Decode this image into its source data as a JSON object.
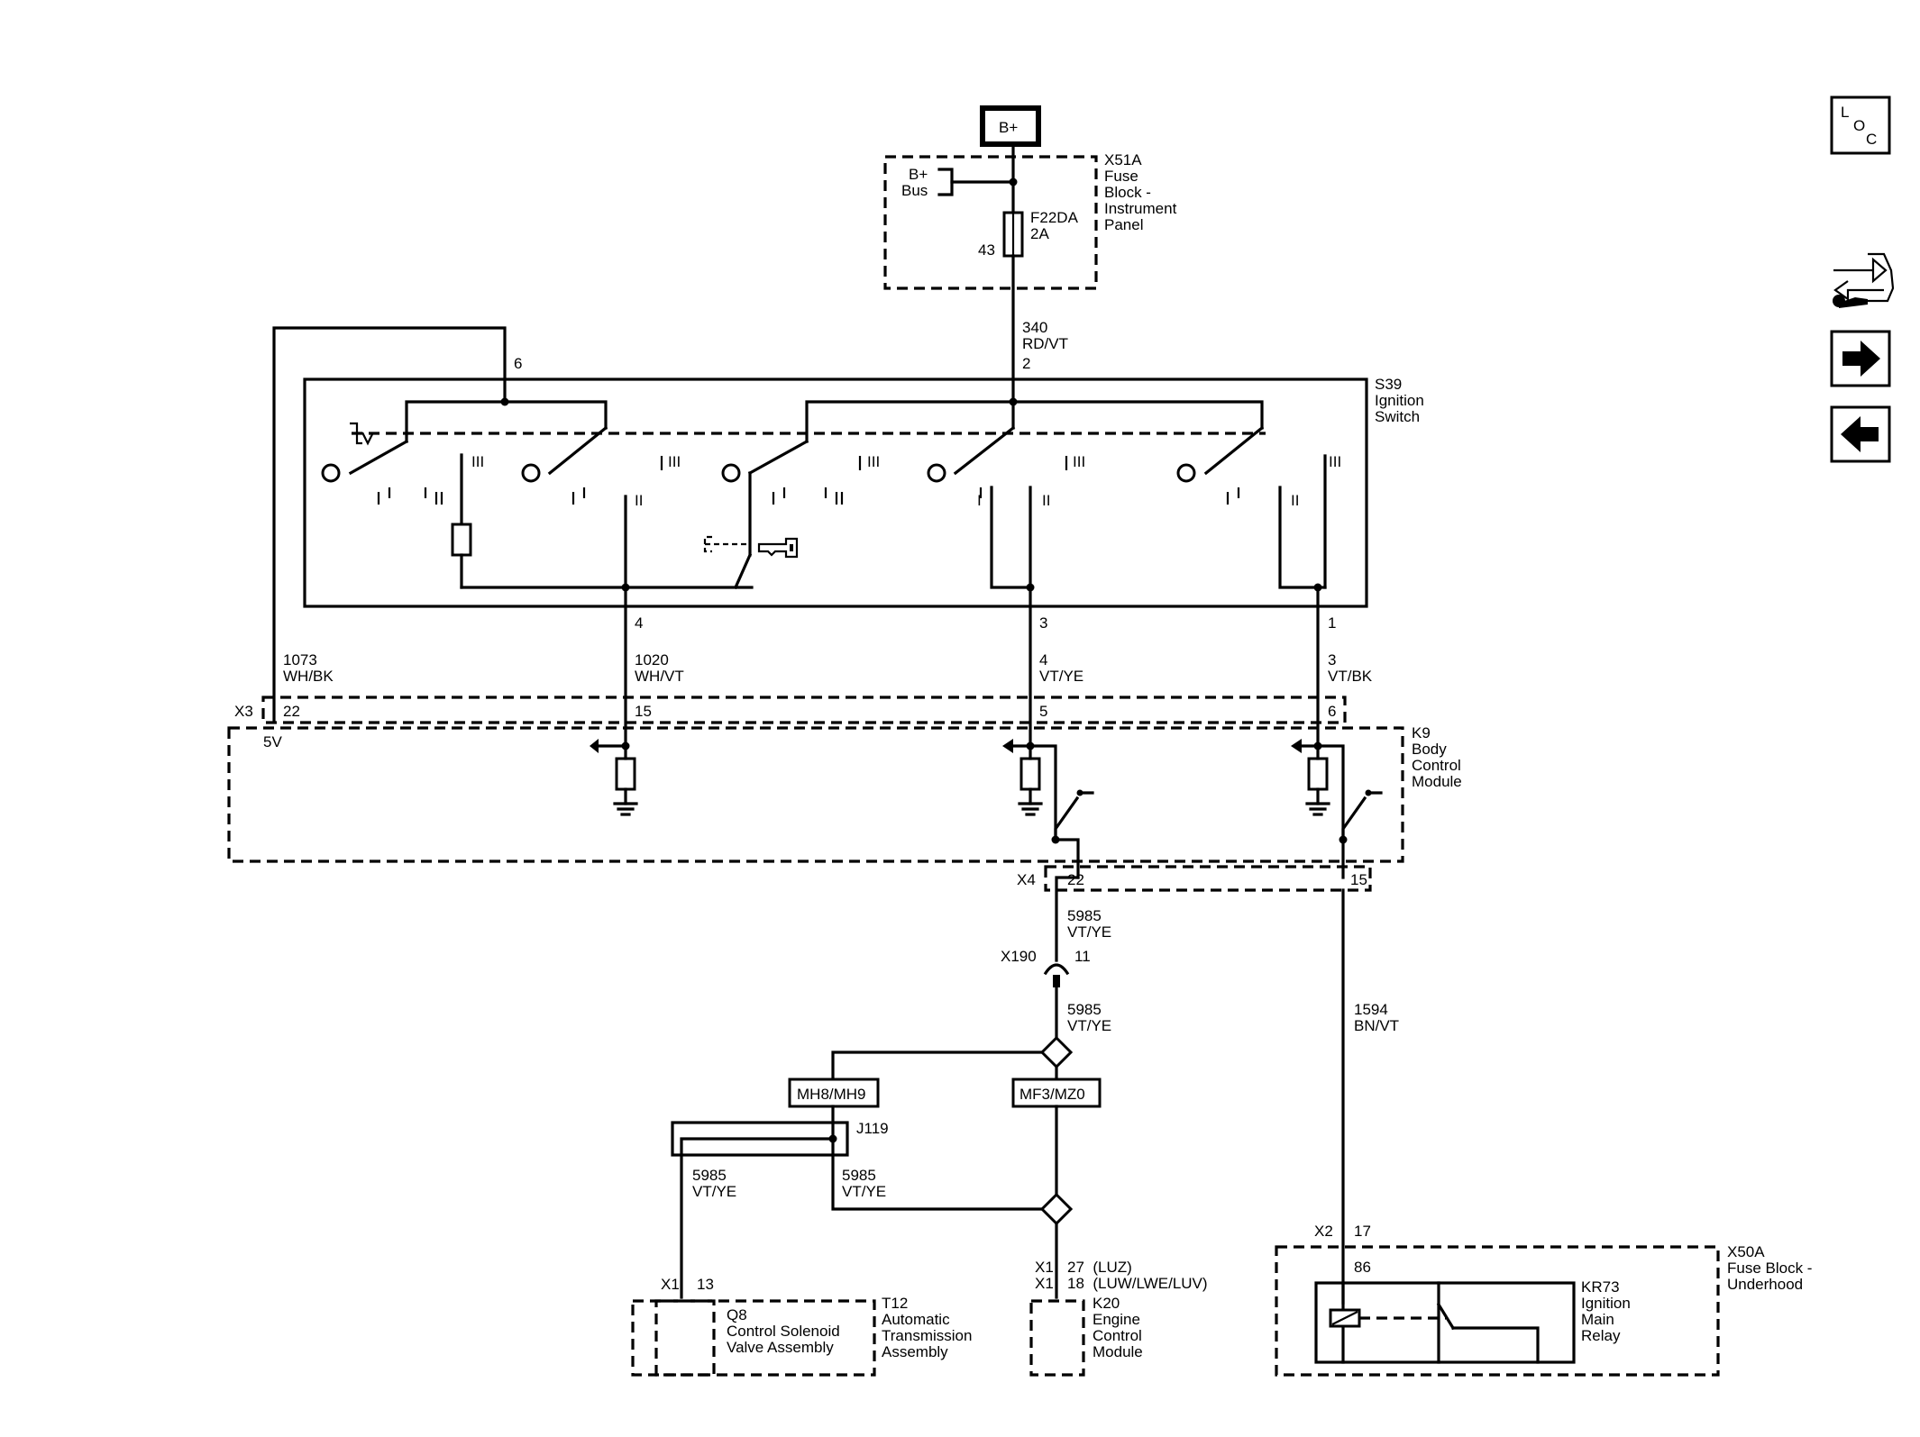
{
  "nav": {
    "loc_letters": [
      "L",
      "O",
      "C"
    ],
    "icons": [
      "loc-icon",
      "connector-tool-icon",
      "next-arrow-icon",
      "previous-arrow-icon"
    ]
  },
  "power": {
    "label": "B+"
  },
  "fuse_block_ip": {
    "id": "X51A",
    "name_lines": [
      "Fuse",
      "Block -",
      "Instrument",
      "Panel"
    ],
    "bus_lines": [
      "B+",
      "Bus"
    ],
    "fuse_lines": [
      "F22DA",
      "2A"
    ],
    "fuse_pin": "43"
  },
  "wires": {
    "w340": [
      "340",
      "RD/VT"
    ],
    "w1073": [
      "1073",
      "WH/BK"
    ],
    "w1020": [
      "1020",
      "WH/VT"
    ],
    "w4": [
      "4",
      "VT/YE"
    ],
    "w3": [
      "3",
      "VT/BK"
    ],
    "w5985a": [
      "5985",
      "VT/YE"
    ],
    "w5985b": [
      "5985",
      "VT/YE"
    ],
    "w5985c": [
      "5985",
      "VT/YE"
    ],
    "w5985d": [
      "5985",
      "VT/YE"
    ],
    "w1594": [
      "1594",
      "BN/VT"
    ]
  },
  "ignition_switch": {
    "id": "S39",
    "name_lines": [
      "Ignition",
      "Switch"
    ],
    "pins": {
      "top_left": "6",
      "top_right": "2",
      "b1": "4",
      "b2": "3",
      "b3": "1"
    },
    "pos_I": "I",
    "pos_II": "II",
    "pos_III": "III"
  },
  "bcm": {
    "connector_x3": "X3",
    "pins_x3": [
      "22",
      "15",
      "5",
      "6"
    ],
    "voltage": "5V",
    "id": "K9",
    "name_lines": [
      "Body",
      "Control",
      "Module"
    ],
    "connector_x4": "X4",
    "pins_x4": [
      "22",
      "15"
    ]
  },
  "inline_connector": {
    "id": "X190",
    "pin": "11"
  },
  "options": {
    "left": "MH8/MH9",
    "right": "MF3/MZ0"
  },
  "splice": {
    "id": "J119"
  },
  "tcm": {
    "connector": "X1",
    "pin": "13",
    "sub_lines": [
      "Q8",
      "Control Solenoid",
      "Valve Assembly"
    ],
    "id": "T12",
    "name_lines": [
      "Automatic",
      "Transmission",
      "Assembly"
    ]
  },
  "ecm": {
    "connector_lines": [
      "X1",
      "X1"
    ],
    "pin_lines": [
      "27  (LUZ)",
      "18  (LUW/LWE/LUV)"
    ],
    "id": "K20",
    "name_lines": [
      "Engine",
      "Control",
      "Module"
    ]
  },
  "fuse_block_uh": {
    "connector": "X2",
    "pin": "17",
    "relay_pin": "86",
    "id": "X50A",
    "name_lines": [
      "Fuse Block -",
      "Underhood"
    ],
    "relay_id": "KR73",
    "relay_lines": [
      "Ignition",
      "Main",
      "Relay"
    ]
  }
}
